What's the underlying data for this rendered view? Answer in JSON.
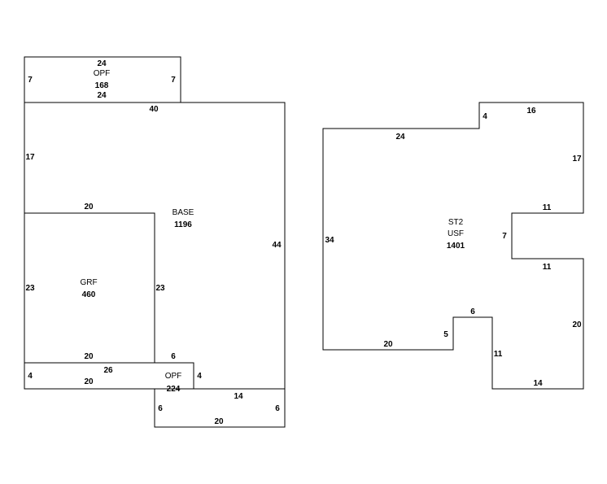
{
  "left_plan": {
    "opf_top": {
      "name": "OPF",
      "area": "168",
      "dims": {
        "top": "24",
        "bottom": "24",
        "left": "7",
        "right": "7"
      }
    },
    "base": {
      "name": "BASE",
      "area": "1196",
      "dims": {
        "top": "40",
        "left": "17",
        "right": "44"
      }
    },
    "grf": {
      "name": "GRF",
      "area": "460",
      "dims": {
        "top": "20",
        "left": "23",
        "right": "23",
        "bottom": "20"
      }
    },
    "opf_bottom": {
      "name": "OPF",
      "area": "224",
      "dims": {
        "top_left": "26",
        "left": "4",
        "bottom_left": "20",
        "notch_top": "6",
        "notch_right": "4",
        "step": "14",
        "drop_left": "6",
        "drop_right": "6",
        "bottom": "20"
      }
    }
  },
  "right_plan": {
    "st2": {
      "name": "ST2",
      "type": "USF",
      "area": "1401",
      "dims": {
        "top_left": "24",
        "jog": "4",
        "top_right": "16",
        "right_upper": "17",
        "inset_top": "11",
        "inset_depth": "7",
        "inset_bottom": "11",
        "right_lower": "20",
        "bottom_right": "14",
        "drop": "11",
        "step_top": "6",
        "step_side": "5",
        "bottom_left": "20",
        "left": "34"
      }
    }
  }
}
